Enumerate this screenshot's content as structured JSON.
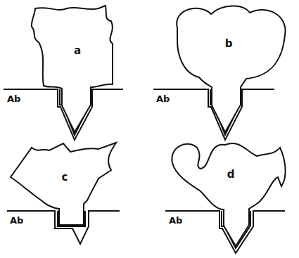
{
  "diagram": {
    "nodes": [
      {
        "text": [
          "a"
        ]
      },
      {
        "text": [
          "b"
        ]
      },
      {
        "text": [
          "c"
        ]
      },
      {
        "text": [
          "d"
        ]
      }
    ],
    "labels": [
      "Ab",
      "Ab",
      "Ab",
      "Ab"
    ]
  }
}
